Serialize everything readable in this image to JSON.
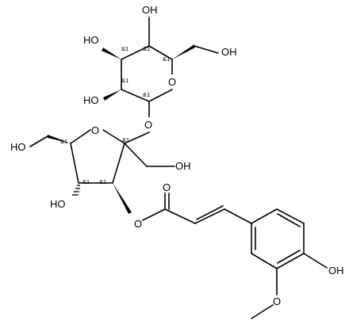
{
  "atom_labels": {
    "o_ring_top": "O",
    "oh_glc_top": "OH",
    "oh_glc_left_upper": "HO",
    "oh_glc_ch2": "OH",
    "oh_glc_left_lower": "HO",
    "o_glycosidic": "O",
    "o_ring_fru": "O",
    "oh_fru_ch2_left": "HO",
    "oh_fru_ch2_right": "OH",
    "oh_fru_c4": "HO",
    "o_ester_carbonyl": "O",
    "o_ester_link": "O",
    "oh_phenol": "OH",
    "o_methoxy": "O"
  },
  "stereo_labels": {
    "s1": "&1",
    "s2": "&1",
    "s3": "&1",
    "s4": "&1",
    "s5": "&1",
    "s6": "&1",
    "s7": "&1",
    "s8": "&1",
    "s9": "&1"
  }
}
